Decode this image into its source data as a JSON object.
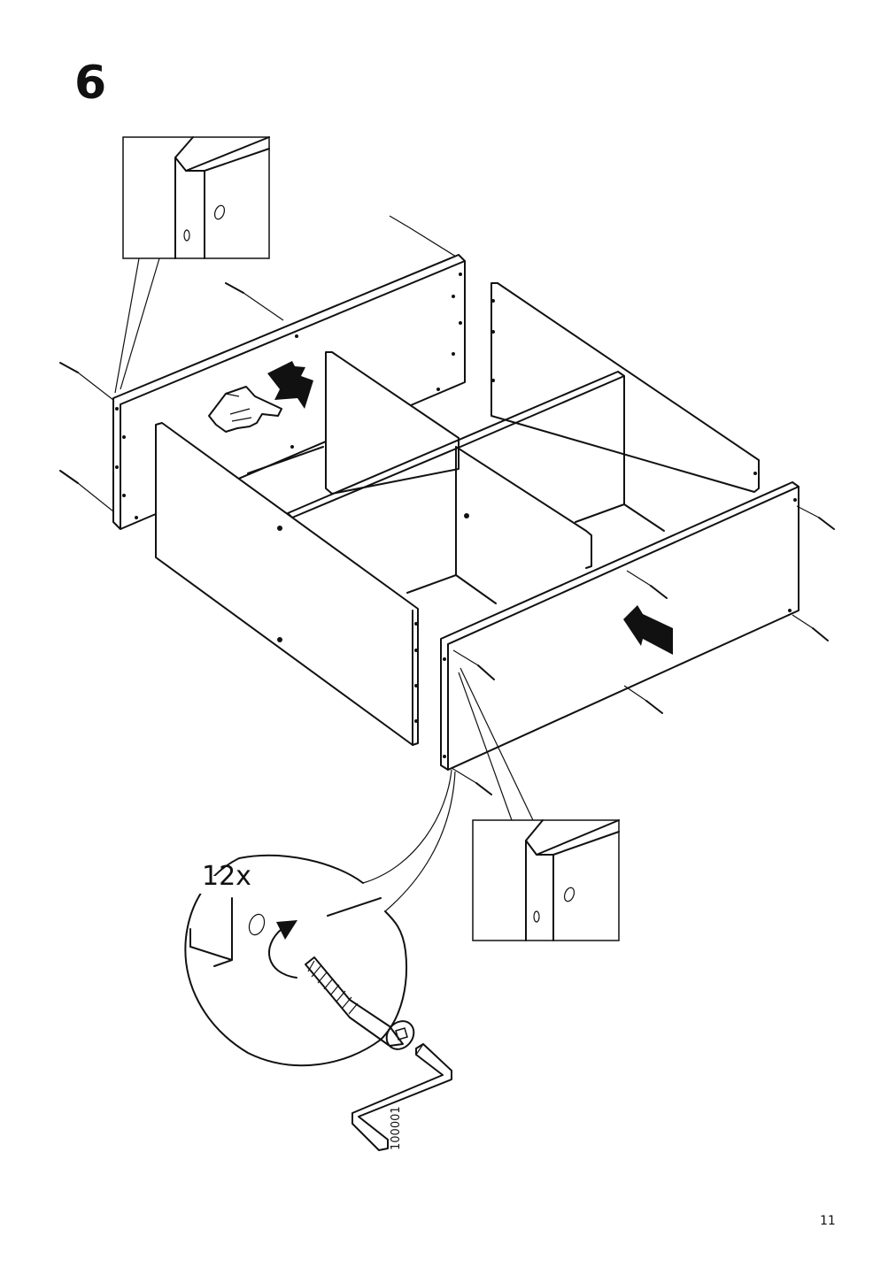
{
  "step": {
    "number": "6"
  },
  "detail": {
    "quantity": "12x",
    "tool_part_number": "100001"
  },
  "footer": {
    "page_number": "11"
  },
  "icons": {
    "pointing_hand": "pointing-hand-icon",
    "push_arrow": "push-arrow-icon",
    "rotate_arrow": "rotate-arrow-icon",
    "allen_key": "allen-key-icon",
    "screw": "screw-icon"
  }
}
